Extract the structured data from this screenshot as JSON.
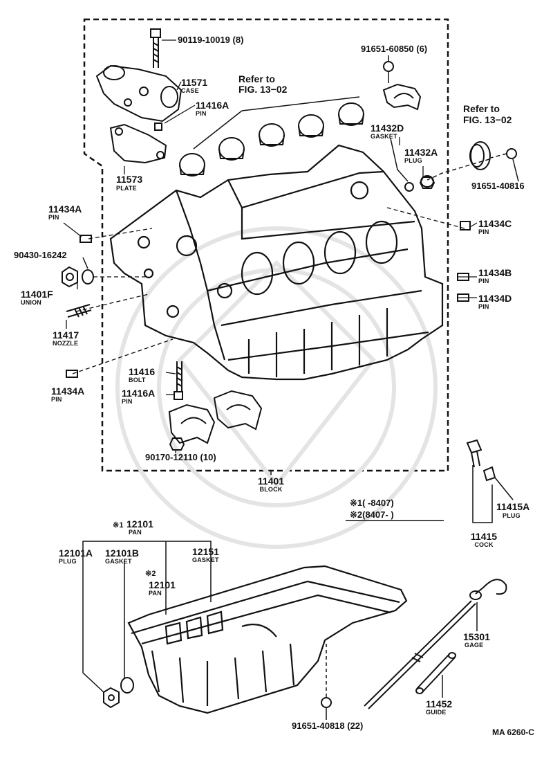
{
  "figure_code": "MA 6260-C",
  "parts": {
    "p90119": "90119-10019 (8)",
    "p91651a": "91651-60850 (6)",
    "p11571": "11571",
    "p11571_name": "CASE",
    "p11416a_top": "11416A",
    "p11416a_top_name": "PIN",
    "p11573": "11573",
    "p11573_name": "PLATE",
    "p11432d": "11432D",
    "p11432d_name": "GASKET",
    "p11432a": "11432A",
    "p11432a_name": "PLUG",
    "p91651b": "91651-40816",
    "p11434a_top": "11434A",
    "p11434a_top_name": "PIN",
    "p90430": "90430-16242",
    "p11401f": "11401F",
    "p11401f_name": "UNION",
    "p11417": "11417",
    "p11417_name": "NOZZLE",
    "p11434c": "11434C",
    "p11434c_name": "PIN",
    "p11434b": "11434B",
    "p11434b_name": "PIN",
    "p11434d": "11434D",
    "p11434d_name": "PIN",
    "p11416": "11416",
    "p11416_name": "BOLT",
    "p11416a_bot": "11416A",
    "p11416a_bot_name": "PIN",
    "p11434a_bot": "11434A",
    "p11434a_bot_name": "PIN",
    "p90170": "90170-12110 (10)",
    "p11401": "11401",
    "p11401_name": "BLOCK",
    "p11415a": "11415A",
    "p11415a_name": "PLUG",
    "p11415": "11415",
    "p11415_name": "COCK",
    "p12101_1": "12101",
    "p12101_1_name": "PAN",
    "p12101_1_mark": "※1",
    "p12101a": "12101A",
    "p12101a_name": "PLUG",
    "p12101b": "12101B",
    "p12101b_name": "GASKET",
    "p12151": "12151",
    "p12151_name": "GASKET",
    "p12101_2": "12101",
    "p12101_2_name": "PAN",
    "p12101_2_mark": "※2",
    "p15301": "15301",
    "p15301_name": "GAGE",
    "p11452": "11452",
    "p11452_name": "GUIDE",
    "p91651c": "91651-40818 (22)"
  },
  "refs": {
    "ref1_line1": "Refer to",
    "ref1_line2": "FIG. 13−02",
    "ref2_line1": "Refer to",
    "ref2_line2": "FIG. 13−02"
  },
  "legend": {
    "row1": "※1(        -8407)",
    "row2": "※2(8407-          )"
  }
}
